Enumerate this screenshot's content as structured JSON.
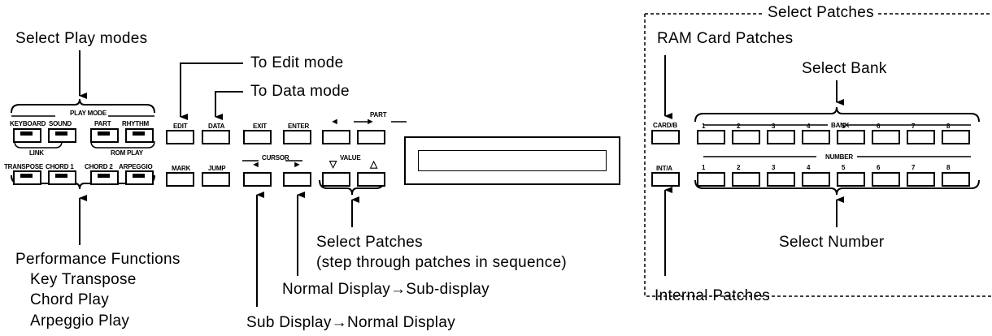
{
  "annotations": {
    "select_play_modes": "Select Play modes",
    "to_edit_mode": "To Edit mode",
    "to_data_mode": "To Data mode",
    "select_patches_header": "Select Patches",
    "ram_card_patches": "RAM Card Patches",
    "select_bank": "Select Bank",
    "select_number": "Select Number",
    "internal_patches": "Internal Patches",
    "performance_functions": "Performance Functions",
    "key_transpose": "Key Transpose",
    "chord_play": "Chord Play",
    "arpeggio_play": "Arpeggio Play",
    "select_patches_step_1": "Select Patches",
    "select_patches_step_2": "(step through patches in sequence)",
    "normal_to_sub": "Normal Display→Sub-display",
    "sub_to_normal": "Sub Display→Normal Display"
  },
  "panel": {
    "play_mode_title": "PLAY MODE",
    "play_mode_buttons": [
      "KEYBOARD",
      "SOUND",
      "PART",
      "RHYTHM"
    ],
    "link_label": "LINK",
    "rom_play_label": "ROM PLAY",
    "performance_buttons": [
      "TRANSPOSE",
      "CHORD 1",
      "CHORD 2",
      "ARPEGGIO"
    ],
    "edit": "EDIT",
    "data": "DATA",
    "exit": "EXIT",
    "enter": "ENTER",
    "part": "PART",
    "mark": "MARK",
    "jump": "JUMP",
    "cursor": "CURSOR",
    "value": "VALUE",
    "card_b": "CARD/B",
    "int_a": "INT/A",
    "bank": "BANK",
    "number": "NUMBER",
    "bank_numbers": [
      "1",
      "2",
      "3",
      "4",
      "5",
      "6",
      "7",
      "8"
    ],
    "number_numbers": [
      "1",
      "2",
      "3",
      "4",
      "5",
      "6",
      "7",
      "8"
    ]
  },
  "glyphs": {
    "part_left": "◄",
    "part_right": "►",
    "cursor_left": "◄",
    "cursor_right": "►",
    "value_down": "▽",
    "value_up": "△"
  }
}
